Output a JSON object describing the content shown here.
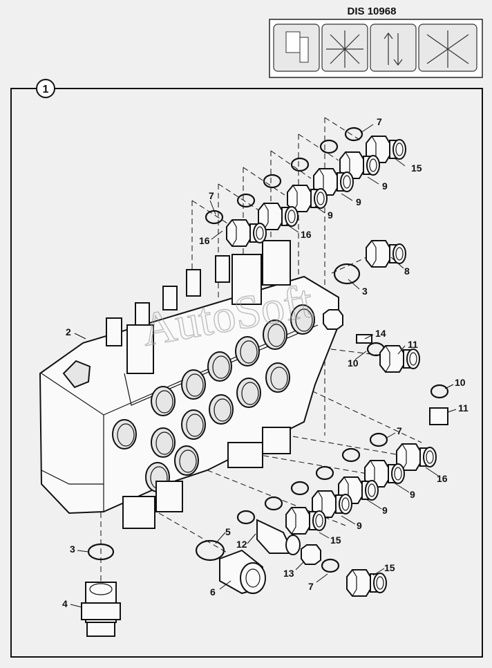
{
  "header": {
    "code": "DIS 10968"
  },
  "section": {
    "number": "1"
  },
  "watermark": {
    "text": "AutoSoft"
  },
  "decal_panels": [
    "operator-panel-icon",
    "control-pattern-icon",
    "arrows-icon",
    "control-pattern-alt-icon"
  ],
  "callouts": [
    {
      "id": "c7a",
      "label": "7"
    },
    {
      "id": "c15a",
      "label": "15"
    },
    {
      "id": "c9a",
      "label": "9"
    },
    {
      "id": "c9b",
      "label": "9"
    },
    {
      "id": "c9c",
      "label": "9"
    },
    {
      "id": "c16a",
      "label": "16"
    },
    {
      "id": "c7b",
      "label": "7"
    },
    {
      "id": "c16b",
      "label": "16"
    },
    {
      "id": "c8",
      "label": "8"
    },
    {
      "id": "c3a",
      "label": "3"
    },
    {
      "id": "c2",
      "label": "2"
    },
    {
      "id": "c14",
      "label": "14"
    },
    {
      "id": "c11a",
      "label": "11"
    },
    {
      "id": "c10a",
      "label": "10"
    },
    {
      "id": "c10b",
      "label": "10"
    },
    {
      "id": "c11b",
      "label": "11"
    },
    {
      "id": "c7c",
      "label": "7"
    },
    {
      "id": "c16c",
      "label": "16"
    },
    {
      "id": "c9d",
      "label": "9"
    },
    {
      "id": "c9e",
      "label": "9"
    },
    {
      "id": "c9f",
      "label": "9"
    },
    {
      "id": "c15b",
      "label": "15"
    },
    {
      "id": "c5",
      "label": "5"
    },
    {
      "id": "c12",
      "label": "12"
    },
    {
      "id": "c3b",
      "label": "3"
    },
    {
      "id": "c13",
      "label": "13"
    },
    {
      "id": "c15c",
      "label": "15"
    },
    {
      "id": "c7d",
      "label": "7"
    },
    {
      "id": "c6",
      "label": "6"
    },
    {
      "id": "c4",
      "label": "4"
    }
  ]
}
